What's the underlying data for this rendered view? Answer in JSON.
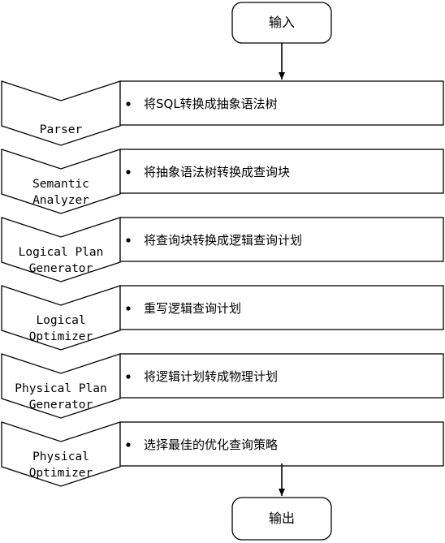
{
  "flow": {
    "input_label": "输入",
    "output_label": "输出",
    "stages": [
      {
        "name_lines": [
          "Parser"
        ],
        "description": "将SQL转换成抽象语法树"
      },
      {
        "name_lines": [
          "Semantic",
          "Analyzer"
        ],
        "description": "将抽象语法树转换成查询块"
      },
      {
        "name_lines": [
          "Logical Plan",
          "Generator"
        ],
        "description": "将查询块转换成逻辑查询计划"
      },
      {
        "name_lines": [
          "Logical",
          "Optimizer"
        ],
        "description": "重写逻辑查询计划"
      },
      {
        "name_lines": [
          "Physical Plan",
          "Generator"
        ],
        "description": "将逻辑计划转成物理计划"
      },
      {
        "name_lines": [
          "Physical",
          "Optimizer"
        ],
        "description": "选择最佳的优化查询策略"
      }
    ]
  },
  "colors": {
    "stroke": "#000000",
    "fill": "#ffffff"
  }
}
